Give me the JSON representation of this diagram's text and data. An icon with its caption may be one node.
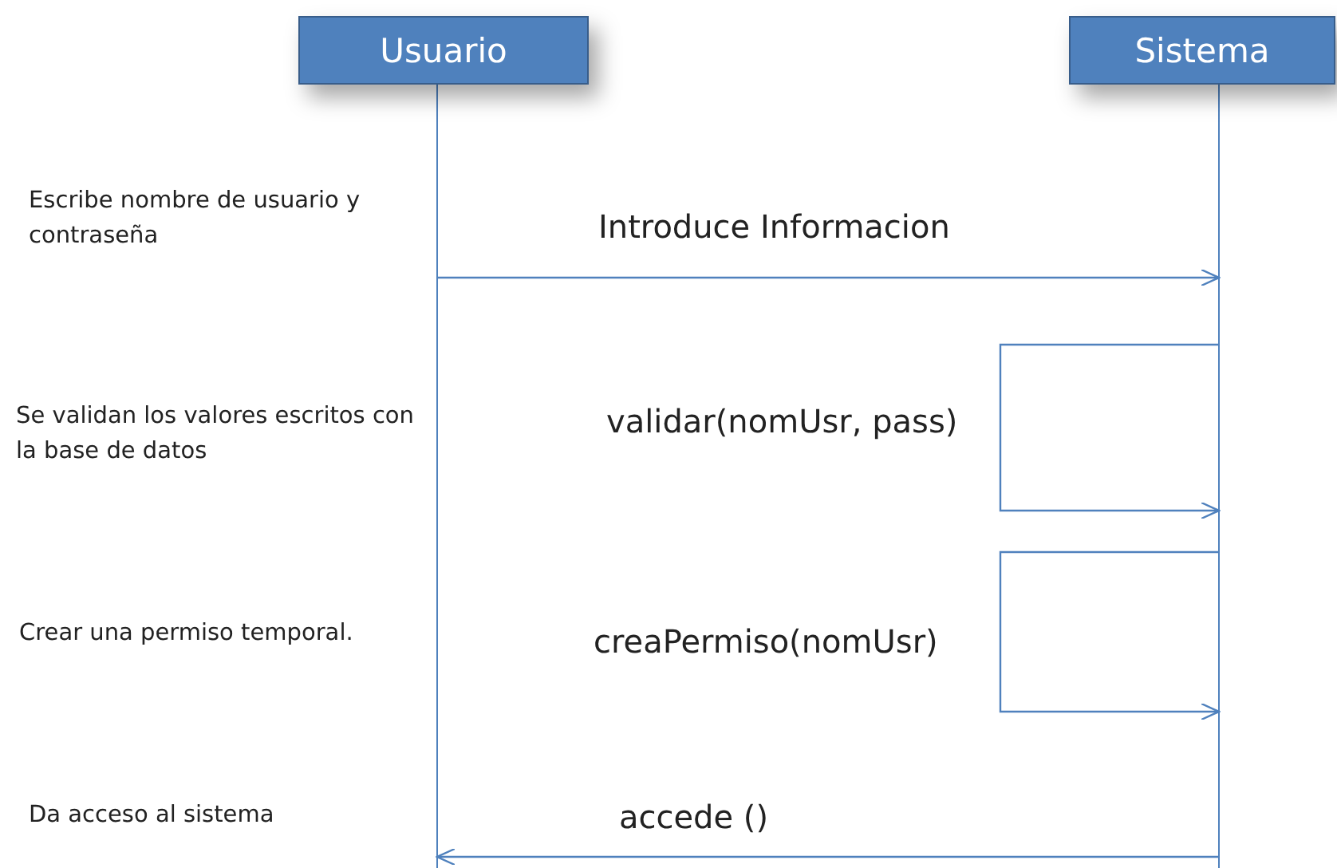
{
  "diagram": {
    "nodes": [
      {
        "text": [
          "Usuario"
        ]
      },
      {
        "text": [
          "Sistema"
        ]
      }
    ],
    "edges": [
      {
        "from": 0,
        "to": 1,
        "arrow": "to",
        "label": "Introduce Informacion"
      },
      {
        "from": 1,
        "to": 1,
        "arrow": "to",
        "label": "validar(nomUsr, pass)"
      },
      {
        "from": 1,
        "to": 1,
        "arrow": "to",
        "label": "creaPermiso(nomUsr)"
      },
      {
        "from": 1,
        "to": 0,
        "arrow": "to",
        "label": "accede ()"
      }
    ],
    "labels": [
      "Escribe nombre de usuario y contraseña",
      "Se validan los valores escritos con la base de datos",
      "Crear una permiso temporal.",
      "Da acceso al sistema"
    ]
  }
}
